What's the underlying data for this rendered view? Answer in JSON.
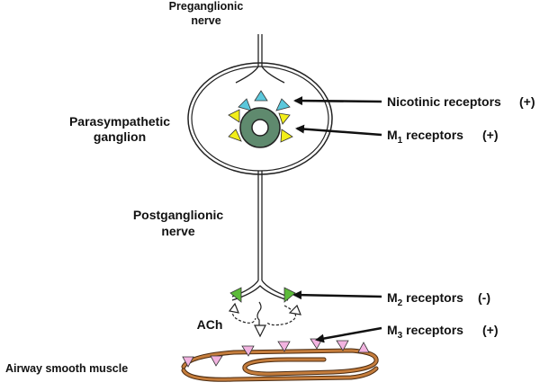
{
  "labels": {
    "preganglionic_line1": "Preganglionic",
    "preganglionic_line2": "nerve",
    "ganglion_line1": "Parasympathetic",
    "ganglion_line2": "ganglion",
    "postganglionic_line1": "Postganglionic",
    "postganglionic_line2": "nerve",
    "ach": "ACh",
    "airway": "Airway smooth muscle"
  },
  "receptors": {
    "nicotinic": {
      "text": "Nicotinic receptors",
      "sign": "(+)"
    },
    "m1": {
      "prefix": "M",
      "sub": "1",
      "text": " receptors",
      "sign": "(+)"
    },
    "m2": {
      "prefix": "M",
      "sub": "2",
      "text": " receptors",
      "sign": "(-)"
    },
    "m3": {
      "prefix": "M",
      "sub": "3",
      "text": " receptors",
      "sign": "(+)"
    }
  },
  "colors": {
    "nicotinic": "#5bc8dc",
    "m1": "#f2ee1a",
    "m2": "#5dbb3a",
    "m3": "#f2b3e0",
    "nucleus_ring": "#5f8a6e",
    "muscle": "#c57d3c"
  }
}
